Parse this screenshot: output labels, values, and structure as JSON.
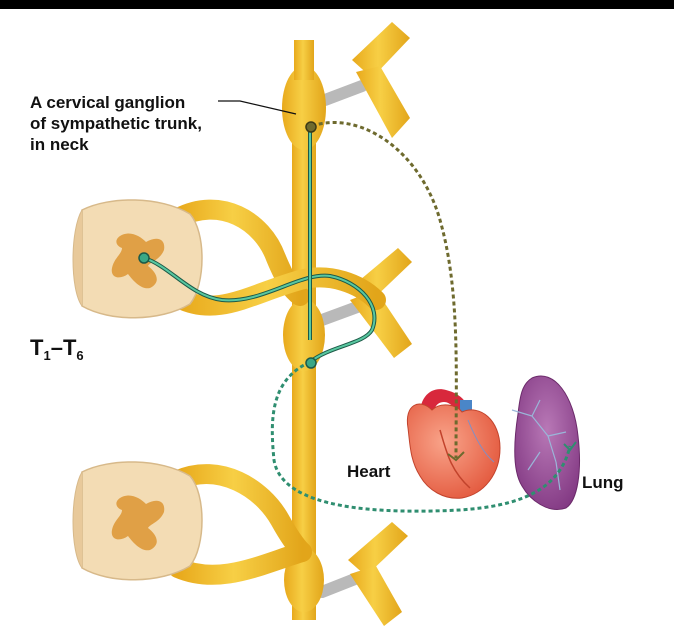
{
  "labels": {
    "ganglion_line1": "A cervical ganglion",
    "ganglion_line2": "of sympathetic trunk,",
    "ganglion_line3": "in neck",
    "segment_letter_start": "T",
    "segment_start_sub": "1",
    "segment_dash": "–",
    "segment_letter_end": "T",
    "segment_end_sub": "6",
    "heart": "Heart",
    "lung": "Lung"
  },
  "colors": {
    "nerve": "#f4c232",
    "nerve_shade": "#d9a21a",
    "spinal_cord": "#f3dcb4",
    "gray_matter": "#e0a046",
    "preganglionic_fiber": "#3aa886",
    "postganglionic_fiber": "#6e6a2e",
    "rami": "#b9b9b9",
    "heart": "#f06b4d",
    "aorta": "#d8283c",
    "vessels_blue": "#4a86c8",
    "lung": "#8e3f8c",
    "top_bar": "#000000"
  }
}
